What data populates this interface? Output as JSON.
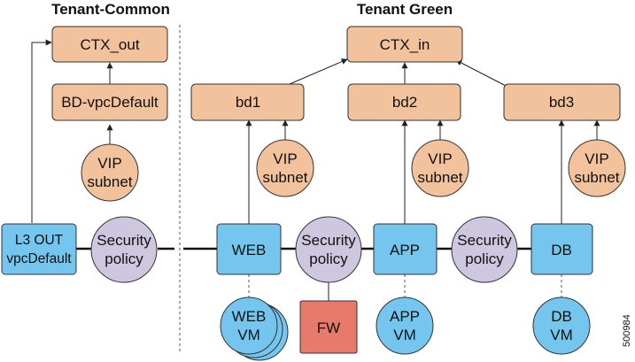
{
  "headers": {
    "left": "Tenant-Common",
    "right": "Tenant Green"
  },
  "contexts": {
    "ctx_out": "CTX_out",
    "ctx_in": "CTX_in"
  },
  "bridge_domains": {
    "bd_vpc": "BD-vpcDefault",
    "bd1": "bd1",
    "bd2": "bd2",
    "bd3": "bd3"
  },
  "vip_subnet": {
    "line1": "VIP",
    "line2": "subnet"
  },
  "l3out": {
    "line1": "L3 OUT",
    "line2": "vpcDefault"
  },
  "security_policy": {
    "line1": "Security",
    "line2": "policy"
  },
  "epgs": {
    "web": "WEB",
    "app": "APP",
    "db": "DB"
  },
  "firewall": "FW",
  "vms": {
    "web": {
      "line1": "WEB",
      "line2": "VM"
    },
    "app": {
      "line1": "APP",
      "line2": "VM"
    },
    "db": {
      "line1": "DB",
      "line2": "VM"
    }
  },
  "figure_id": "500984",
  "colors": {
    "context": "#f2c29d",
    "epg": "#74c6ee",
    "policy": "#cfc6e0",
    "firewall": "#e87a6c"
  }
}
